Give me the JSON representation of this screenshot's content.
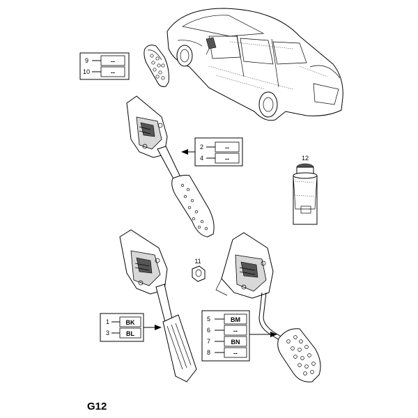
{
  "page_label": "G12",
  "item_12_number": "12",
  "item_11_number": "11",
  "ref_tables": {
    "floor_pad": [
      {
        "number": "9",
        "code": "--"
      },
      {
        "number": "10",
        "code": "--"
      }
    ],
    "upper_pedal": [
      {
        "number": "2",
        "code": "--"
      },
      {
        "number": "4",
        "code": "--"
      }
    ],
    "lower_left_pedal": [
      {
        "number": "1",
        "code": "BK"
      },
      {
        "number": "3",
        "code": "BL"
      }
    ],
    "lower_right_pedal": [
      {
        "number": "5",
        "code": "BM"
      },
      {
        "number": "6",
        "code": "--"
      },
      {
        "number": "7",
        "code": "BN"
      },
      {
        "number": "8",
        "code": "--"
      }
    ]
  }
}
